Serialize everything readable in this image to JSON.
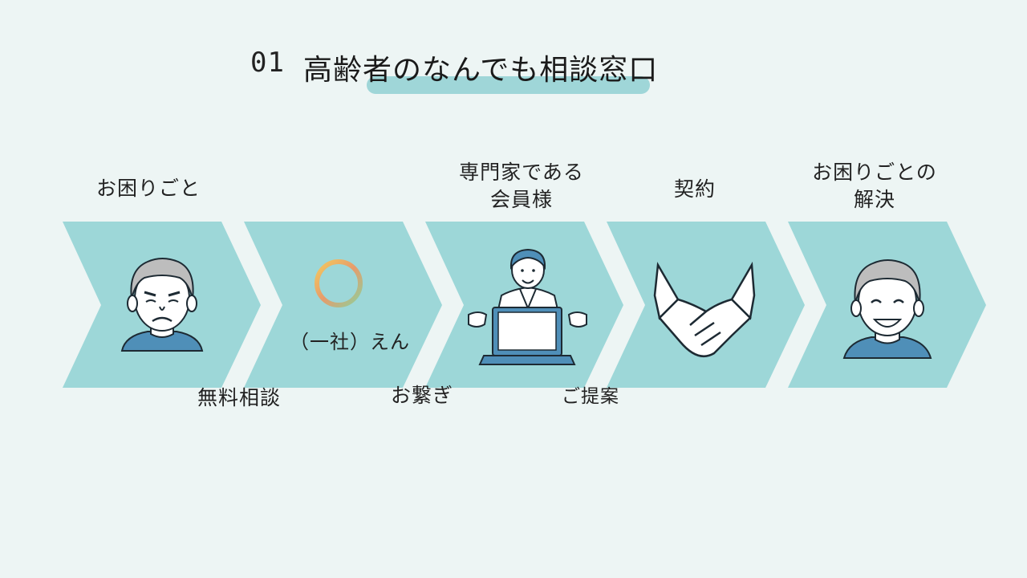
{
  "title": {
    "number": "01",
    "text": "高齢者のなんでも相談窓口"
  },
  "steps": [
    {
      "top_label": "お困りごと",
      "icon": "worried-elderly-man-icon"
    },
    {
      "top_label": "",
      "inner_label": "（一社）えん",
      "icon": "gradient-ring-logo-icon"
    },
    {
      "top_label_line1": "専門家である",
      "top_label_line2": "会員様",
      "icon": "consultant-with-laptop-icon"
    },
    {
      "top_label": "契約",
      "icon": "handshake-icon"
    },
    {
      "top_label_line1": "お困りごとの",
      "top_label_line2": "解決",
      "icon": "smiling-elderly-man-icon"
    }
  ],
  "connectors": {
    "free_consult": "無料相談",
    "connect": "お繋ぎ",
    "proposal": "ご提案"
  },
  "colors": {
    "background": "#edf5f4",
    "chevron": "#9dd7d8",
    "accent_bar": "#9fd6d8",
    "shirt": "#4f8fb8",
    "hair": "#bdbdbd"
  }
}
